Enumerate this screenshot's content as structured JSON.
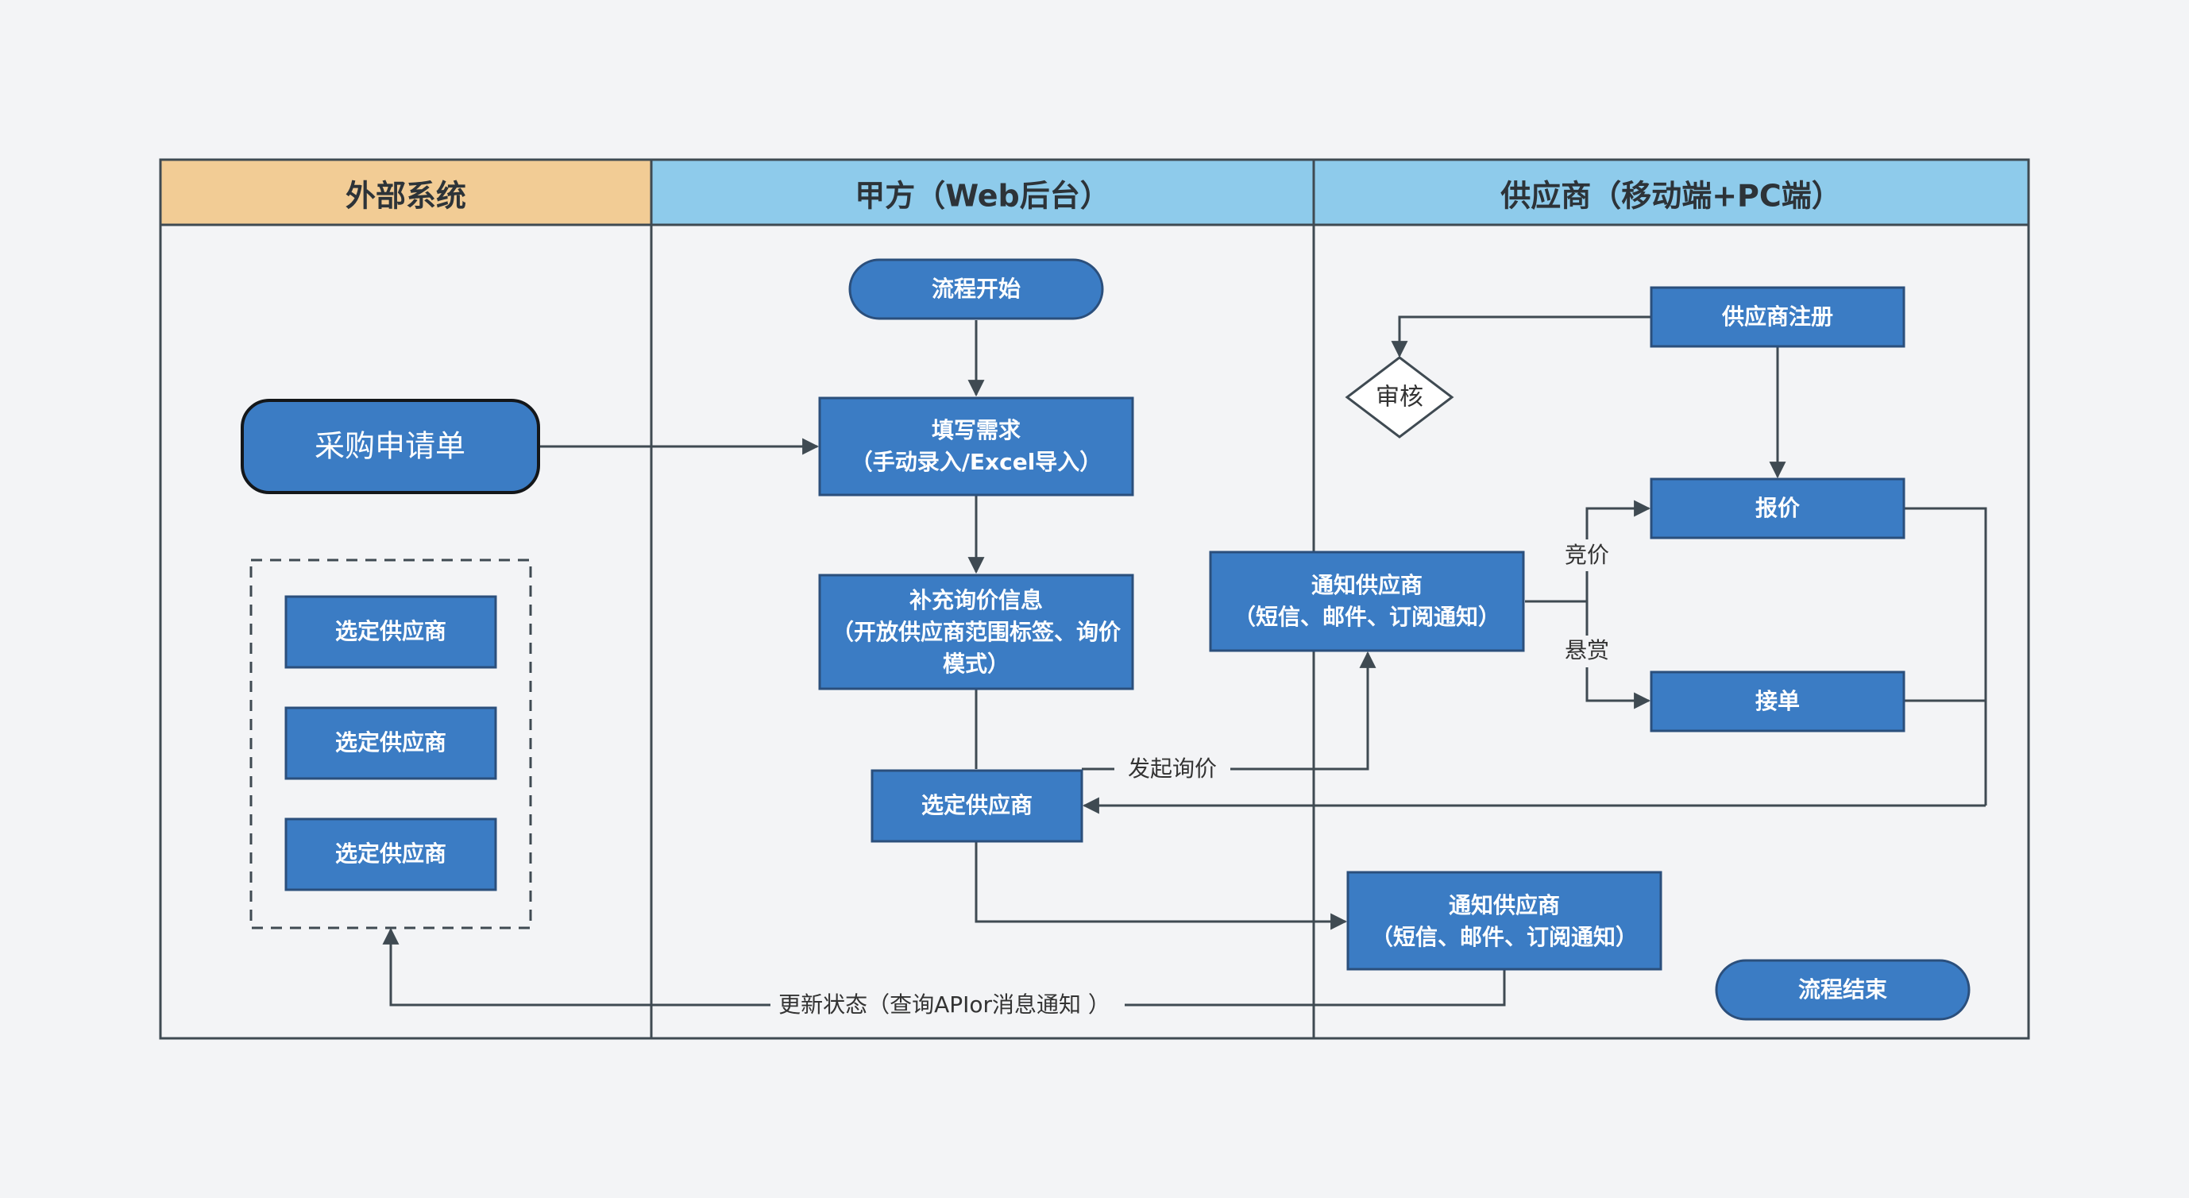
{
  "lanes": {
    "external": "外部系统",
    "buyer": "甲方（Web后台）",
    "supplier": "供应商（移动端+PC端）"
  },
  "nodes": {
    "process_start": "流程开始",
    "fill_requirements": [
      "填写需求",
      "（手动录入/Excel导入）"
    ],
    "supplement_info": [
      "补充询价信息",
      "（开放供应商范围标签、询价",
      "模式）"
    ],
    "select_supplier_main": "选定供应商",
    "purchase_request": "采购申请单",
    "select_supplier_ext": [
      "选定供应商",
      "选定供应商",
      "选定供应商"
    ],
    "supplier_register": "供应商注册",
    "review": "审核",
    "quote": "报价",
    "accept_order": "接单",
    "notify_supplier_1": [
      "通知供应商",
      "（短信、邮件、订阅通知）"
    ],
    "notify_supplier_2": [
      "通知供应商",
      "（短信、邮件、订阅通知）"
    ],
    "process_end": "流程结束"
  },
  "edge_labels": {
    "initiate_inquiry": "发起询价",
    "bidding": "竞价",
    "reward": "悬赏",
    "update_status": "更新状态（查询APIor消息通知 ）"
  },
  "colors": {
    "node_fill": "#3b7cc4",
    "node_stroke": "#2b4f7c",
    "external_header": "#f2cc95",
    "lane_header": "#8ecbeb",
    "border": "#3f4a52",
    "background": "#f3f4f6"
  }
}
